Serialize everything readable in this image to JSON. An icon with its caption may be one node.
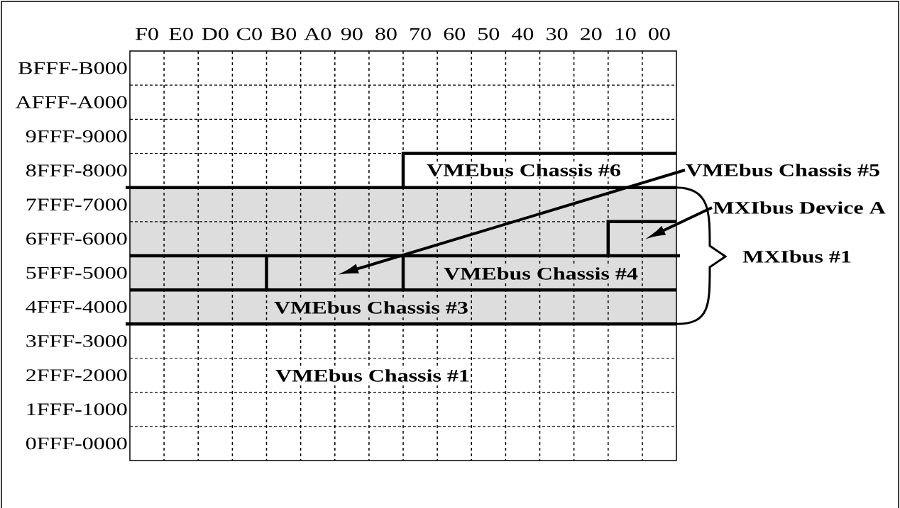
{
  "diagram": {
    "nodes": [
      {
        "text": [
          "VMEbus Chassis #5"
        ]
      },
      {
        "text": [
          "MXIbus Device A"
        ]
      }
    ],
    "edges": [
      {
        "from": 0,
        "to": null,
        "arrow": "to"
      },
      {
        "from": 1,
        "to": null,
        "arrow": "to"
      }
    ],
    "labels": [
      "F0",
      "E0",
      "D0",
      "C0",
      "B0",
      "A0",
      "90",
      "80",
      "70",
      "60",
      "50",
      "40",
      "30",
      "20",
      "10",
      "00",
      "BFFF-B000",
      "AFFF-A000",
      "9FFF-9000",
      "8FFF-8000",
      "7FFF-7000",
      "6FFF-6000",
      "5FFF-5000",
      "4FFF-4000",
      "3FFF-3000",
      "2FFF-2000",
      "1FFF-1000",
      "0FFF-0000",
      "VMEbus Chassis #6",
      "VMEbus Chassis #4",
      "VMEbus Chassis #3",
      "VMEbus Chassis #1",
      "MXIbus #1"
    ]
  }
}
